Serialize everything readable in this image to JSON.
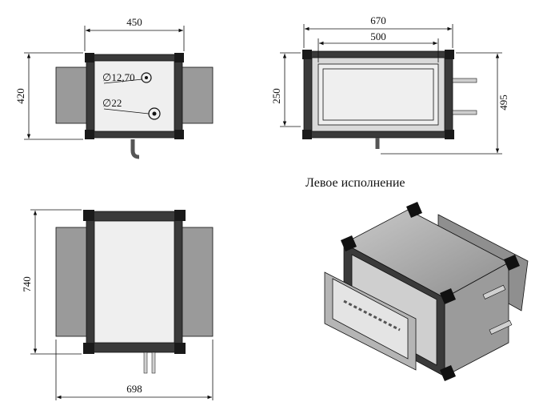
{
  "caption": "Левое исполнение",
  "views": {
    "front": {
      "width": "450",
      "height": "420",
      "pipe_1": "12,70",
      "pipe_2": "22",
      "diameter_symbol": "∅"
    },
    "side": {
      "width_outer": "670",
      "width_inner": "500",
      "height_inner": "250",
      "height_total": "495"
    },
    "top": {
      "length": "740",
      "width": "698"
    }
  },
  "colors": {
    "frame": "#3a3a3a",
    "panel": "#efefef",
    "duct": "#9a9a9a"
  }
}
